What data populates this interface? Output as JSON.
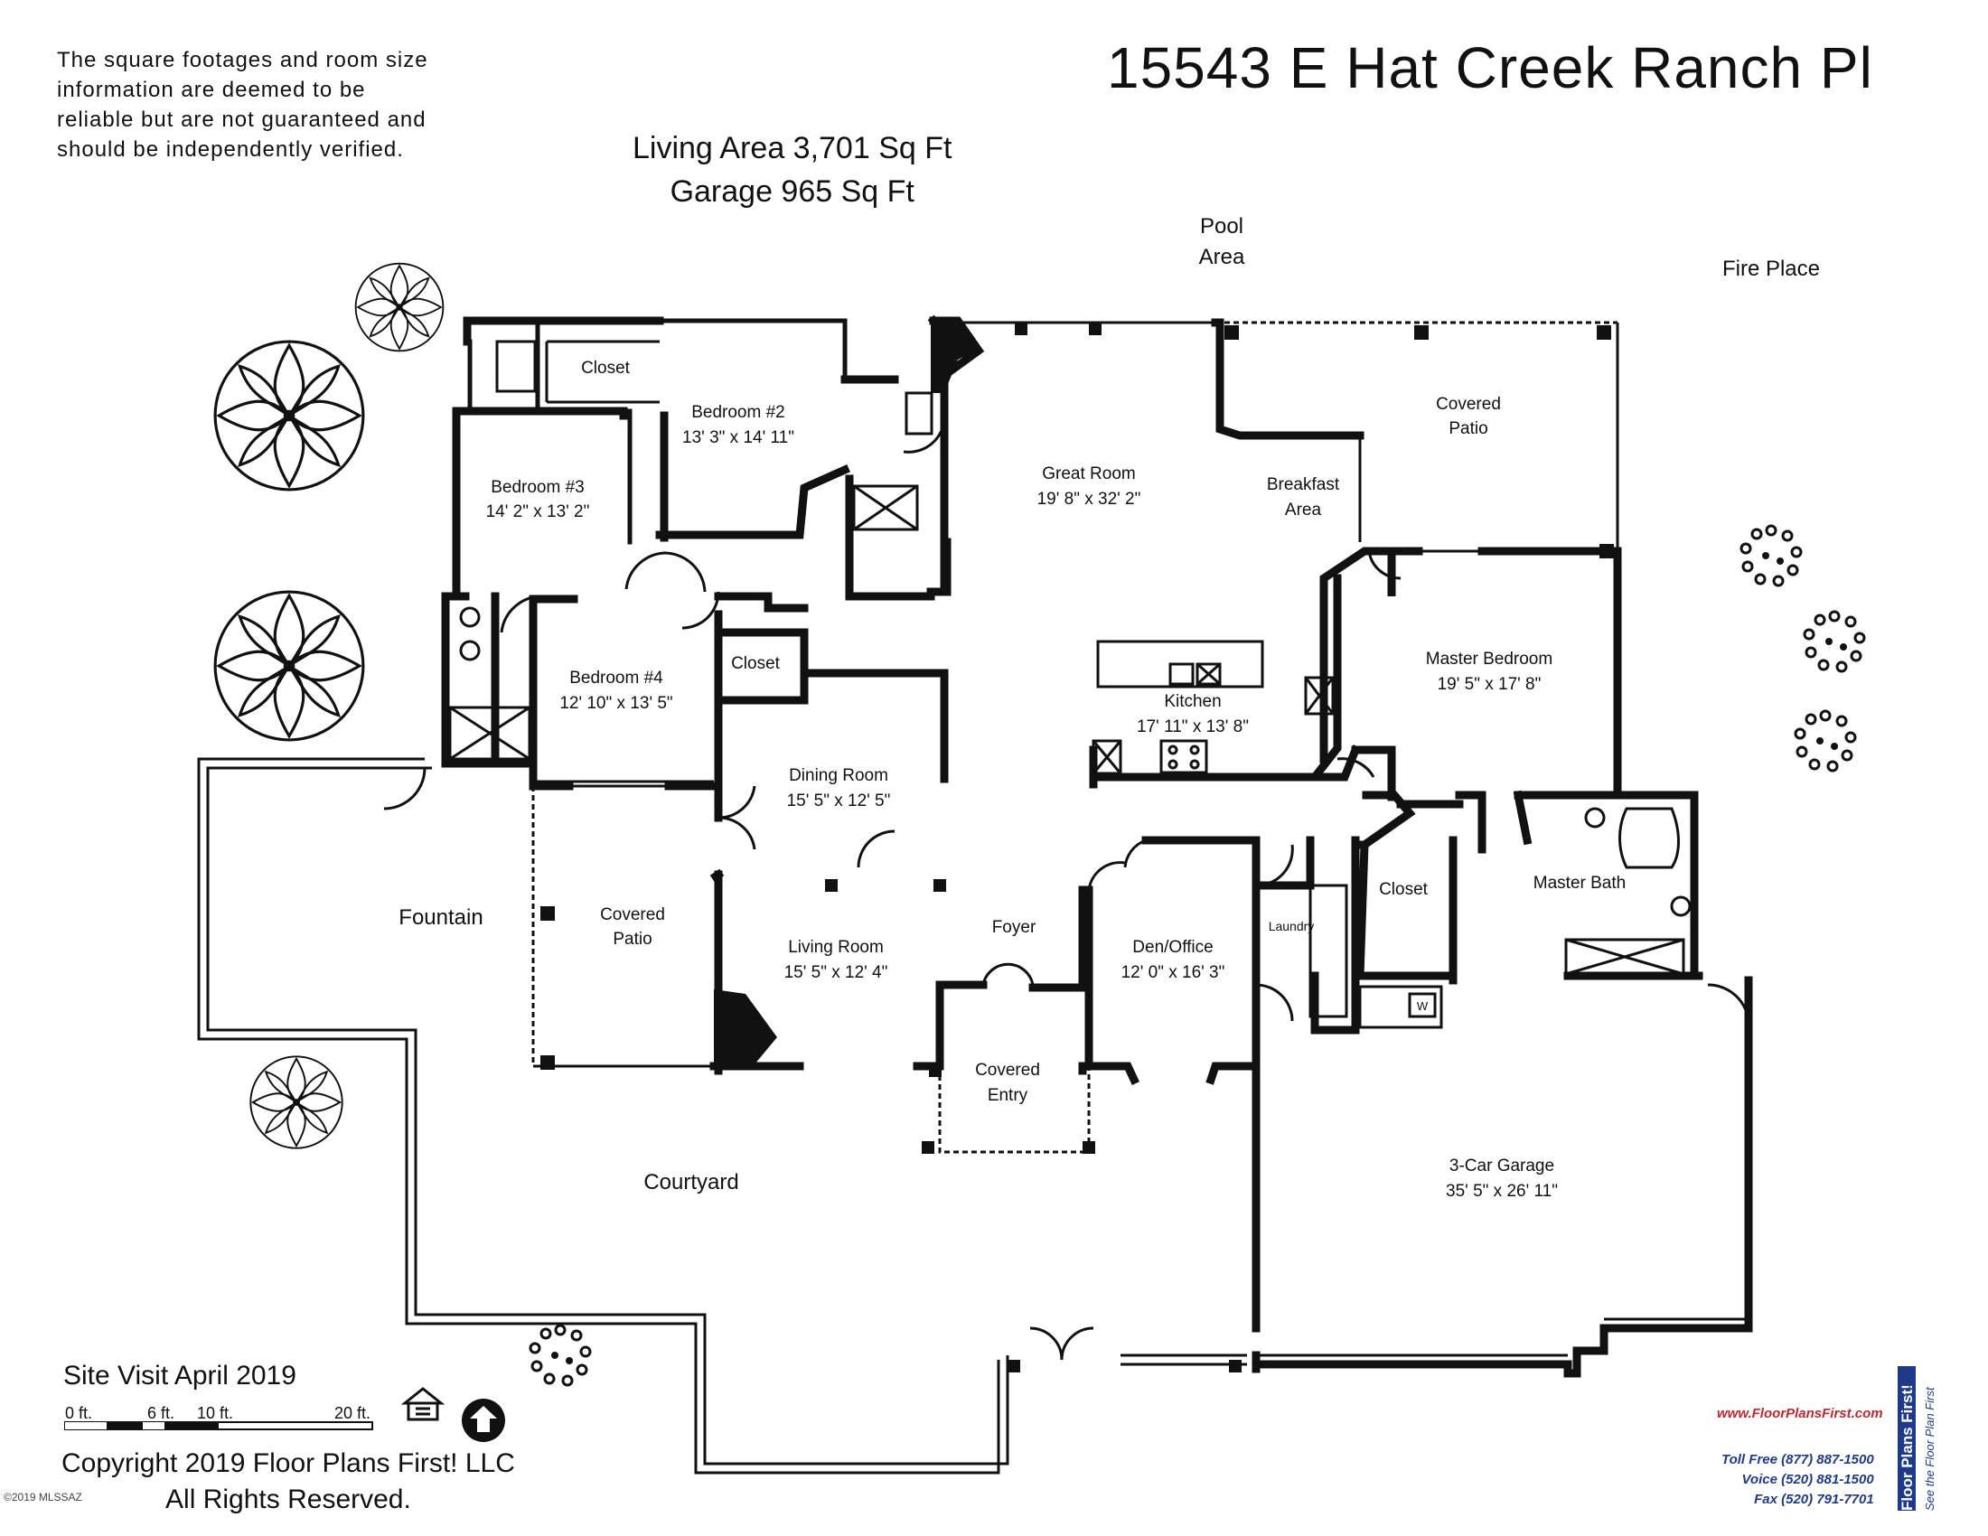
{
  "title": "15543 E Hat Creek Ranch Pl",
  "disclaimer": [
    "The square footages and room size",
    "information are deemed to be",
    "reliable but are not guaranteed and",
    "should be independently verified."
  ],
  "area": {
    "living": "Living Area 3,701 Sq Ft",
    "garage": "Garage  965 Sq Ft"
  },
  "rooms": {
    "bedroom2": {
      "name": "Bedroom #2",
      "size": "13' 3\" x 14' 11\""
    },
    "bedroom3": {
      "name": "Bedroom #3",
      "size": "14' 2\" x 13' 2\""
    },
    "bedroom4": {
      "name": "Bedroom #4",
      "size": "12' 10\" x 13' 5\""
    },
    "great_room": {
      "name": "Great Room",
      "size": "19' 8\" x 32' 2\""
    },
    "kitchen": {
      "name": "Kitchen",
      "size": "17' 11\" x 13' 8\""
    },
    "master_bedroom": {
      "name": "Master Bedroom",
      "size": "19' 5\" x 17' 8\""
    },
    "dining_room": {
      "name": "Dining Room",
      "size": "15' 5\" x 12' 5\""
    },
    "living_room": {
      "name": "Living Room",
      "size": "15' 5\" x 12' 4\""
    },
    "den_office": {
      "name": "Den/Office",
      "size": "12' 0\" x 16' 3\""
    },
    "garage": {
      "name": "3-Car Garage",
      "size": "35' 5\" x 26' 11\""
    }
  },
  "labels": {
    "pool_area": [
      "Pool",
      "Area"
    ],
    "fire_place": "Fire Place",
    "covered_patio_top": [
      "Covered",
      "Patio"
    ],
    "breakfast_area": [
      "Breakfast",
      "Area"
    ],
    "closet_top": "Closet",
    "closet_mid": "Closet",
    "closet_master": "Closet",
    "master_bath": "Master Bath",
    "laundry": "Laundry",
    "washer": "W",
    "foyer": "Foyer",
    "covered_entry": [
      "Covered",
      "Entry"
    ],
    "covered_patio_left": [
      "Covered",
      "Patio"
    ],
    "fountain": "Fountain",
    "courtyard": "Courtyard"
  },
  "footer": {
    "site_visit": "Site Visit April 2019",
    "scale_labels": [
      "0 ft.",
      "6 ft.",
      "10 ft.",
      "20 ft."
    ],
    "copyright": [
      "Copyright 2019 Floor Plans First! LLC",
      "All Rights Reserved."
    ],
    "mls": "©2019 MLSSAZ",
    "brand_url": "www.FloorPlansFirst.com",
    "toll_free": "Toll Free (877) 887-1500",
    "voice": "Voice (520) 881-1500",
    "fax": "Fax (520) 791-7701",
    "brand_name": "Floor Plans First!",
    "brand_tagline": "See the Floor Plan First"
  },
  "colors": {
    "wall": "#111111",
    "brand_red": "#c0262d",
    "brand_blue": "#1f3a8a"
  }
}
